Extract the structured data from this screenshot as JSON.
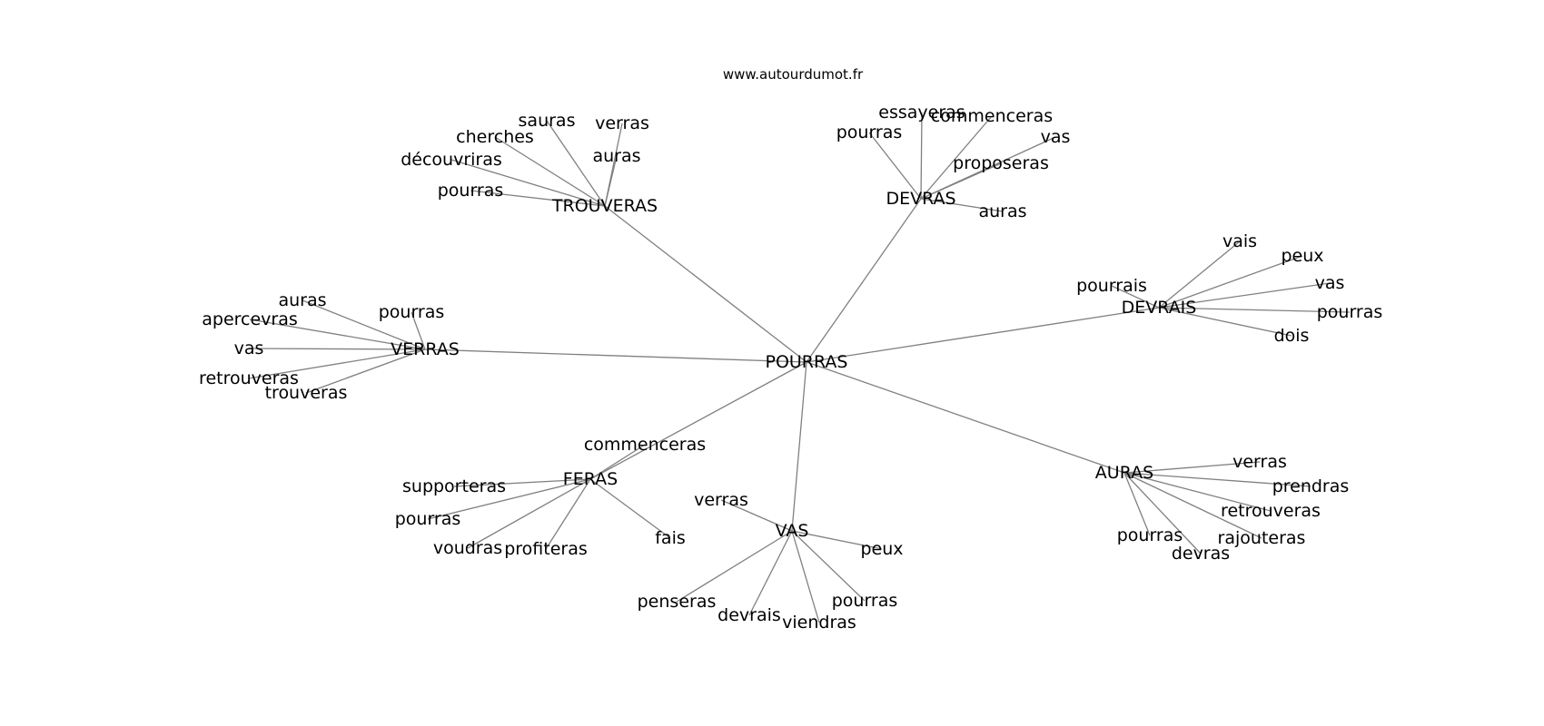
{
  "source": "www.autourdumot.fr",
  "colors": {
    "edge": "#808080",
    "text": "#000000",
    "background": "#ffffff"
  },
  "graph": {
    "center": "POURRAS",
    "clusters": [
      {
        "hub": "TROUVERAS",
        "leaves": [
          "sauras",
          "verras",
          "cherches",
          "auras",
          "découvriras",
          "pourras"
        ]
      },
      {
        "hub": "DEVRAS",
        "leaves": [
          "essayeras",
          "commenceras",
          "pourras",
          "vas",
          "proposeras",
          "auras"
        ]
      },
      {
        "hub": "DEVRAIS",
        "leaves": [
          "vais",
          "peux",
          "pourrais",
          "vas",
          "pourras",
          "dois"
        ]
      },
      {
        "hub": "VERRAS",
        "leaves": [
          "auras",
          "pourras",
          "apercevras",
          "vas",
          "retrouveras",
          "trouveras"
        ]
      },
      {
        "hub": "FERAS",
        "leaves": [
          "commenceras",
          "supporteras",
          "pourras",
          "voudras",
          "profiteras",
          "fais"
        ]
      },
      {
        "hub": "VAS",
        "leaves": [
          "verras",
          "peux",
          "penseras",
          "devrais",
          "viendras",
          "pourras"
        ]
      },
      {
        "hub": "AURAS",
        "leaves": [
          "verras",
          "prendras",
          "retrouveras",
          "rajouteras",
          "pourras",
          "devras"
        ]
      }
    ]
  }
}
